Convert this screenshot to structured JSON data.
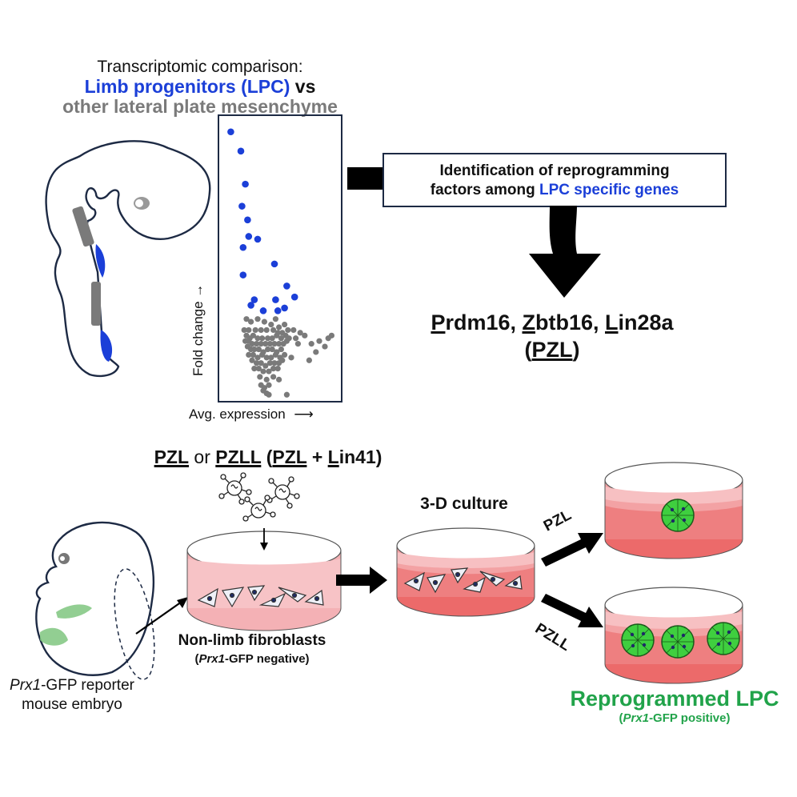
{
  "header": {
    "line1": "Transcriptomic comparison:",
    "line2_blue": "Limb progenitors (LPC)",
    "line2_black": " vs",
    "line3": "other lateral plate mesenchyme"
  },
  "colors": {
    "lpc_blue": "#1b3fd8",
    "other_gray": "#7a7a7a",
    "reprogrammed_green": "#21a34a",
    "medium_pink": "#f08a8a",
    "outline_navy": "#1d2a44"
  },
  "identification_box": {
    "line1": "Identification of reprogramming",
    "line2_black": "factors among ",
    "line2_blue": "LPC specific genes"
  },
  "genes": {
    "p_initial": "P",
    "p_rest": "rdm16, ",
    "z_initial": "Z",
    "z_rest": "btb16, ",
    "l_initial": "L",
    "l_rest": "in28a",
    "abbr_open": "(",
    "abbr": "PZL",
    "abbr_close": ")"
  },
  "protocol": {
    "pzl": "PZL",
    "or": " or ",
    "pzll": "PZLL",
    "paren_open": " (",
    "pzl2": "PZL",
    "plus": " + ",
    "l_initial": "L",
    "lin41_rest": "in41",
    "paren_close": ")"
  },
  "embryo_label": {
    "gene_italic": "Prx1",
    "line1_rest": "-GFP reporter",
    "line2": "mouse embryo"
  },
  "fibroblasts": {
    "label": "Non-limb fibroblasts",
    "sub_open": "(",
    "sub_italic": "Prx1",
    "sub_rest": "-GFP negative)"
  },
  "culture_label": "3-D culture",
  "branch_labels": {
    "upper": "PZL",
    "lower": "PZLL"
  },
  "result": {
    "label": "Reprogrammed LPC",
    "sub_open": "(",
    "sub_italic": "Prx1",
    "sub_rest": "-GFP positive)"
  },
  "chart_data": {
    "type": "scatter",
    "title": "",
    "xlabel": "Avg. expression",
    "ylabel": "Fold change",
    "xlim": [
      0,
      100
    ],
    "ylim": [
      0,
      100
    ],
    "grid": false,
    "legend": "none",
    "series": [
      {
        "name": "LPC specific genes",
        "color": "#1b3fd8",
        "points": [
          [
            6,
            96
          ],
          [
            15,
            89
          ],
          [
            19,
            77
          ],
          [
            16,
            69
          ],
          [
            21,
            64
          ],
          [
            22,
            58
          ],
          [
            30,
            57
          ],
          [
            17,
            54
          ],
          [
            45,
            48
          ],
          [
            17,
            44
          ],
          [
            56,
            40
          ],
          [
            63,
            36
          ],
          [
            27,
            35
          ],
          [
            46,
            35
          ],
          [
            24,
            33
          ],
          [
            35,
            31
          ],
          [
            48,
            31
          ],
          [
            54,
            32
          ]
        ]
      },
      {
        "name": "other lateral plate mesenchyme genes",
        "color": "#7a7a7a",
        "points": [
          [
            20,
            28
          ],
          [
            24,
            27
          ],
          [
            30,
            28
          ],
          [
            36,
            27
          ],
          [
            42,
            26
          ],
          [
            46,
            28
          ],
          [
            49,
            25
          ],
          [
            54,
            26
          ],
          [
            62,
            24
          ],
          [
            68,
            23
          ],
          [
            18,
            24
          ],
          [
            22,
            24
          ],
          [
            28,
            24
          ],
          [
            33,
            24
          ],
          [
            38,
            24
          ],
          [
            44,
            24
          ],
          [
            48,
            23
          ],
          [
            52,
            23
          ],
          [
            57,
            24
          ],
          [
            64,
            21
          ],
          [
            20,
            22
          ],
          [
            23,
            21
          ],
          [
            26,
            22
          ],
          [
            30,
            21
          ],
          [
            34,
            21
          ],
          [
            39,
            21
          ],
          [
            43,
            21
          ],
          [
            47,
            22
          ],
          [
            51,
            21
          ],
          [
            55,
            22
          ],
          [
            58,
            21
          ],
          [
            19,
            20
          ],
          [
            22,
            20
          ],
          [
            25,
            19
          ],
          [
            29,
            19
          ],
          [
            33,
            19
          ],
          [
            37,
            19
          ],
          [
            41,
            19
          ],
          [
            45,
            19
          ],
          [
            49,
            19
          ],
          [
            53,
            19
          ],
          [
            56,
            20
          ],
          [
            21,
            18
          ],
          [
            24,
            17
          ],
          [
            27,
            17
          ],
          [
            31,
            17
          ],
          [
            35,
            16
          ],
          [
            39,
            17
          ],
          [
            43,
            17
          ],
          [
            47,
            16
          ],
          [
            51,
            17
          ],
          [
            22,
            15
          ],
          [
            26,
            15
          ],
          [
            30,
            14
          ],
          [
            34,
            15
          ],
          [
            38,
            14
          ],
          [
            42,
            14
          ],
          [
            46,
            15
          ],
          [
            50,
            14
          ],
          [
            54,
            15
          ],
          [
            25,
            13
          ],
          [
            29,
            12
          ],
          [
            33,
            12
          ],
          [
            37,
            11
          ],
          [
            41,
            12
          ],
          [
            45,
            12
          ],
          [
            49,
            12
          ],
          [
            52,
            13
          ],
          [
            27,
            10
          ],
          [
            31,
            10
          ],
          [
            35,
            9
          ],
          [
            40,
            9
          ],
          [
            44,
            10
          ],
          [
            48,
            10
          ],
          [
            32,
            7
          ],
          [
            38,
            6
          ],
          [
            44,
            7
          ],
          [
            49,
            6
          ],
          [
            33,
            4
          ],
          [
            36,
            3
          ],
          [
            40,
            4
          ],
          [
            35,
            2
          ],
          [
            38,
            1
          ],
          [
            40,
            0.5
          ],
          [
            56,
            0.5
          ],
          [
            72,
            22
          ],
          [
            78,
            19
          ],
          [
            85,
            20
          ],
          [
            93,
            21
          ],
          [
            96,
            22
          ],
          [
            90,
            18
          ],
          [
            82,
            16
          ],
          [
            76,
            13
          ],
          [
            60,
            14
          ],
          [
            66,
            19
          ]
        ]
      }
    ]
  }
}
